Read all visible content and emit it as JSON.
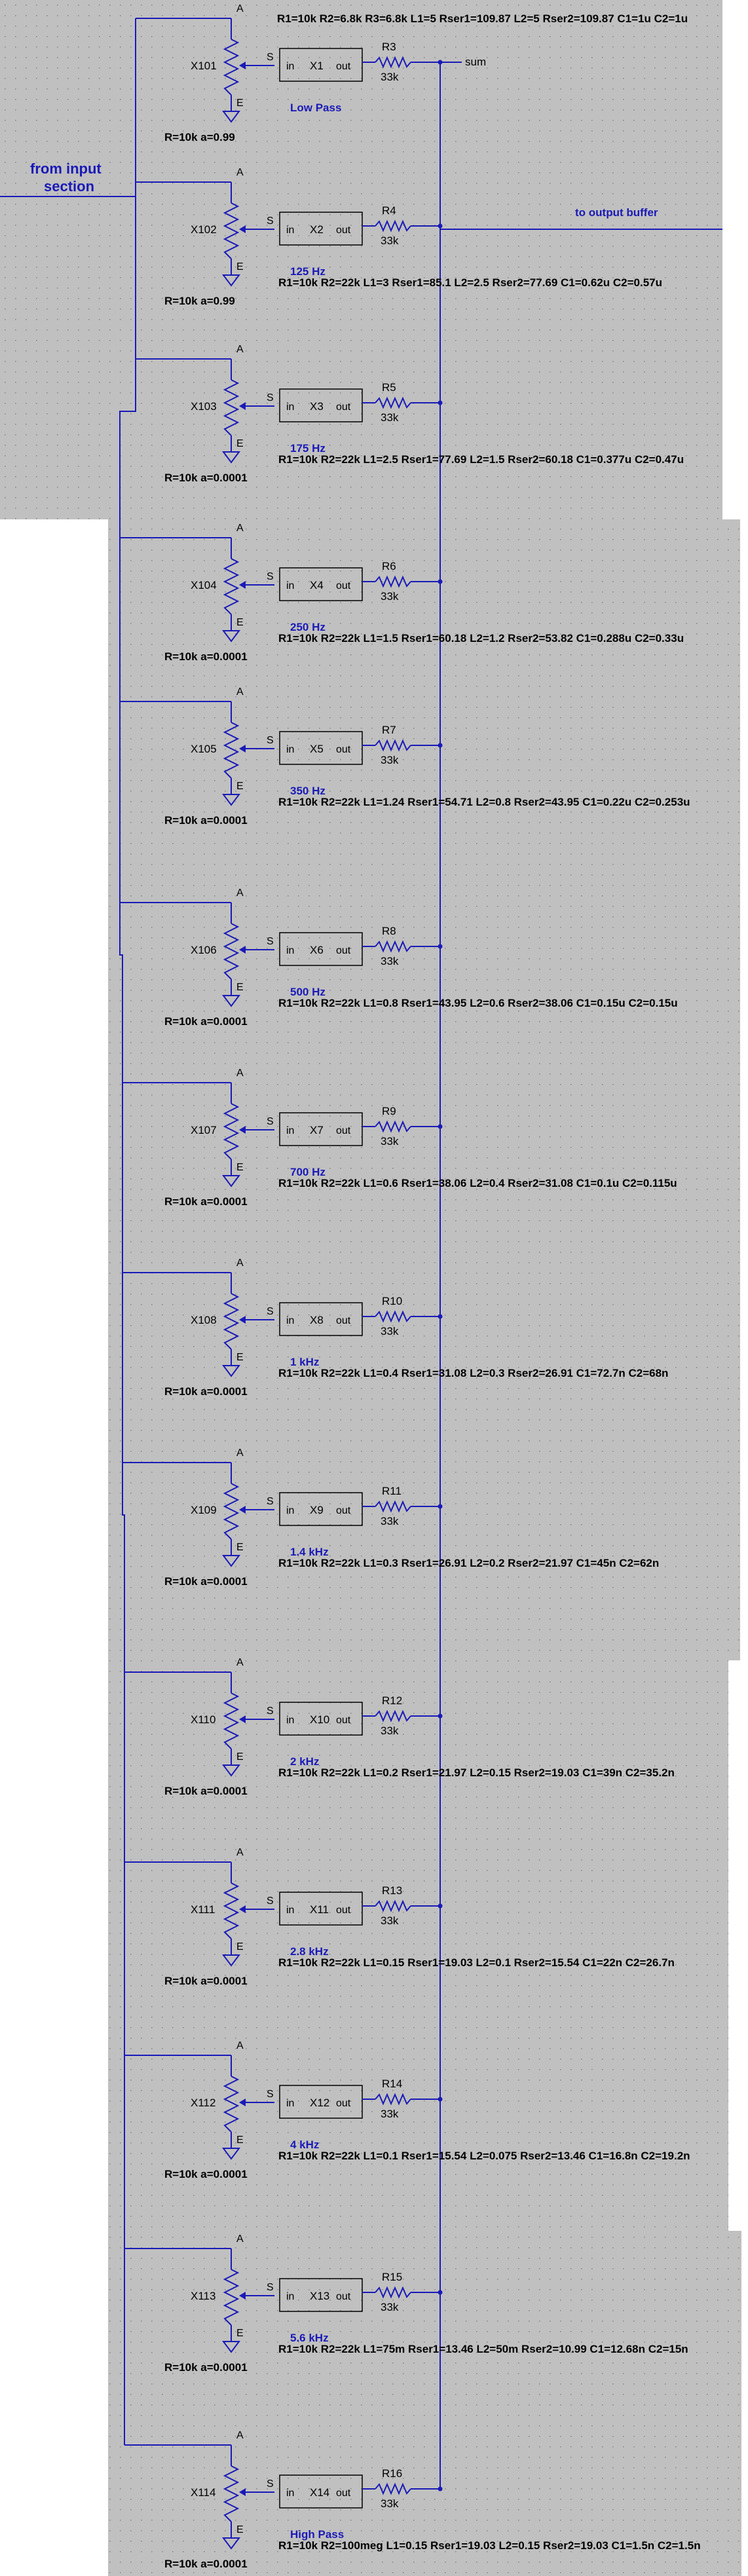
{
  "labels": {
    "sum": "sum",
    "input_line1": "from input",
    "input_line2": "section",
    "output": "to output buffer"
  },
  "stages": [
    {
      "pot": "X101",
      "box": "X1",
      "res": "R3",
      "val": "33k",
      "freq": "Low Pass",
      "pot_param": "R=10k a=0.99",
      "params": "R1=10k R2=6.8k R3=6.8k L1=5 Rser1=109.87 L2=5 Rser2=109.87 C1=1u C2=1u"
    },
    {
      "pot": "X102",
      "box": "X2",
      "res": "R4",
      "val": "33k",
      "freq": "125 Hz",
      "pot_param": "R=10k a=0.99",
      "params": "R1=10k R2=22k L1=3 Rser1=85.1 L2=2.5 Rser2=77.69 C1=0.62u C2=0.57u"
    },
    {
      "pot": "X103",
      "box": "X3",
      "res": "R5",
      "val": "33k",
      "freq": "175 Hz",
      "pot_param": "R=10k a=0.0001",
      "params": "R1=10k R2=22k L1=2.5 Rser1=77.69 L2=1.5 Rser2=60.18 C1=0.377u C2=0.47u"
    },
    {
      "pot": "X104",
      "box": "X4",
      "res": "R6",
      "val": "33k",
      "freq": "250 Hz",
      "pot_param": "R=10k a=0.0001",
      "params": "R1=10k R2=22k L1=1.5 Rser1=60.18 L2=1.2 Rser2=53.82 C1=0.288u C2=0.33u"
    },
    {
      "pot": "X105",
      "box": "X5",
      "res": "R7",
      "val": "33k",
      "freq": "350 Hz",
      "pot_param": "R=10k a=0.0001",
      "params": "R1=10k R2=22k L1=1.24 Rser1=54.71 L2=0.8 Rser2=43.95 C1=0.22u C2=0.253u"
    },
    {
      "pot": "X106",
      "box": "X6",
      "res": "R8",
      "val": "33k",
      "freq": "500 Hz",
      "pot_param": "R=10k a=0.0001",
      "params": "R1=10k R2=22k L1=0.8 Rser1=43.95 L2=0.6 Rser2=38.06 C1=0.15u C2=0.15u"
    },
    {
      "pot": "X107",
      "box": "X7",
      "res": "R9",
      "val": "33k",
      "freq": "700 Hz",
      "pot_param": "R=10k a=0.0001",
      "params": "R1=10k R2=22k L1=0.6 Rser1=38.06 L2=0.4 Rser2=31.08 C1=0.1u C2=0.115u"
    },
    {
      "pot": "X108",
      "box": "X8",
      "res": "R10",
      "val": "33k",
      "freq": "1 kHz",
      "pot_param": "R=10k a=0.0001",
      "params": "R1=10k R2=22k L1=0.4 Rser1=31.08 L2=0.3 Rser2=26.91 C1=72.7n C2=68n"
    },
    {
      "pot": "X109",
      "box": "X9",
      "res": "R11",
      "val": "33k",
      "freq": "1.4 kHz",
      "pot_param": "R=10k a=0.0001",
      "params": "R1=10k R2=22k L1=0.3 Rser1=26.91 L2=0.2 Rser2=21.97 C1=45n C2=62n"
    },
    {
      "pot": "X110",
      "box": "X10",
      "res": "R12",
      "val": "33k",
      "freq": "2 kHz",
      "pot_param": "R=10k a=0.0001",
      "params": "R1=10k R2=22k L1=0.2 Rser1=21.97 L2=0.15 Rser2=19.03 C1=39n C2=35.2n"
    },
    {
      "pot": "X111",
      "box": "X11",
      "res": "R13",
      "val": "33k",
      "freq": "2.8 kHz",
      "pot_param": "R=10k a=0.0001",
      "params": "R1=10k R2=22k L1=0.15 Rser1=19.03 L2=0.1 Rser2=15.54 C1=22n C2=26.7n"
    },
    {
      "pot": "X112",
      "box": "X12",
      "res": "R14",
      "val": "33k",
      "freq": "4 kHz",
      "pot_param": "R=10k a=0.0001",
      "params": "R1=10k R2=22k L1=0.1 Rser1=15.54 L2=0.075 Rser2=13.46 C1=16.8n C2=19.2n"
    },
    {
      "pot": "X113",
      "box": "X13",
      "res": "R15",
      "val": "33k",
      "freq": "5.6 kHz",
      "pot_param": "R=10k a=0.0001",
      "params": "R1=10k R2=22k L1=75m Rser1=13.46 L2=50m Rser2=10.99 C1=12.68n C2=15n"
    },
    {
      "pot": "X114",
      "box": "X14",
      "res": "R16",
      "val": "33k",
      "freq": "High Pass",
      "pot_param": "R=10k a=0.0001",
      "params": "R1=10k R2=100meg L1=0.15 Rser1=19.03 L2=0.15 Rser2=19.03 C1=1.5n C2=1.5n"
    }
  ],
  "pin_labels": {
    "a": "A",
    "e": "E",
    "in": "in",
    "out": "out",
    "wiper": "S"
  },
  "colors": {
    "background": "#c0c0c0",
    "wire": "#1a1ab8",
    "component": "#1a1ab8",
    "dots": "#8a8a8a"
  }
}
